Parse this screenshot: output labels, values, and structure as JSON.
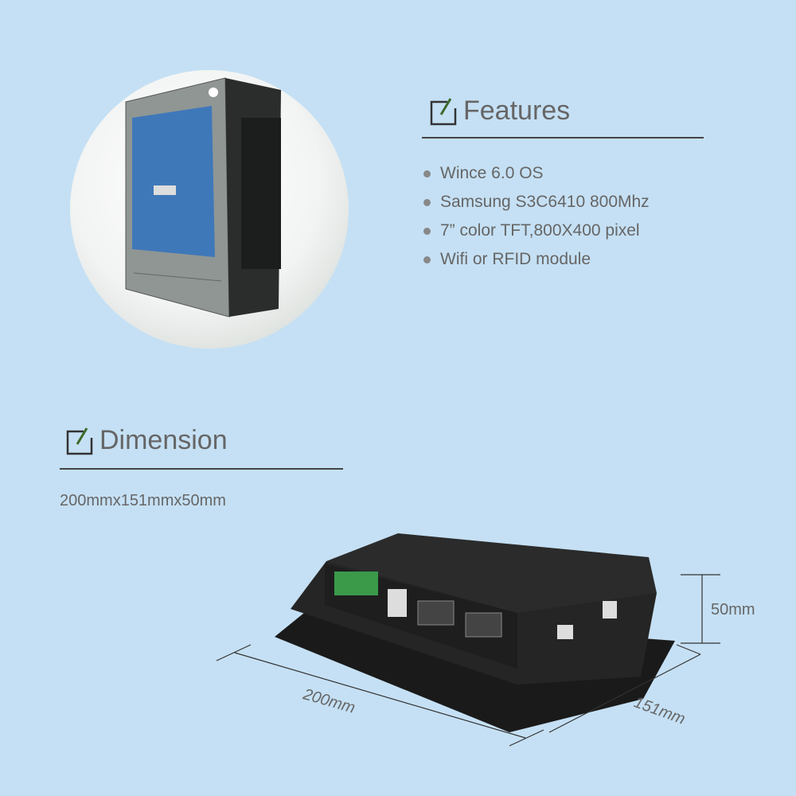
{
  "features": {
    "title": "Features",
    "icon": "note-pen-icon",
    "items": [
      "Wince 6.0 OS",
      "Samsung S3C6410 800Mhz",
      "7” color TFT,800X400 pixel",
      "Wifi or RFID module"
    ]
  },
  "dimension": {
    "title": "Dimension",
    "icon": "note-pen-icon",
    "value": "200mmx151mmx50mm",
    "labels": {
      "height": "50mm",
      "width": "200mm",
      "depth": "151mm"
    }
  }
}
